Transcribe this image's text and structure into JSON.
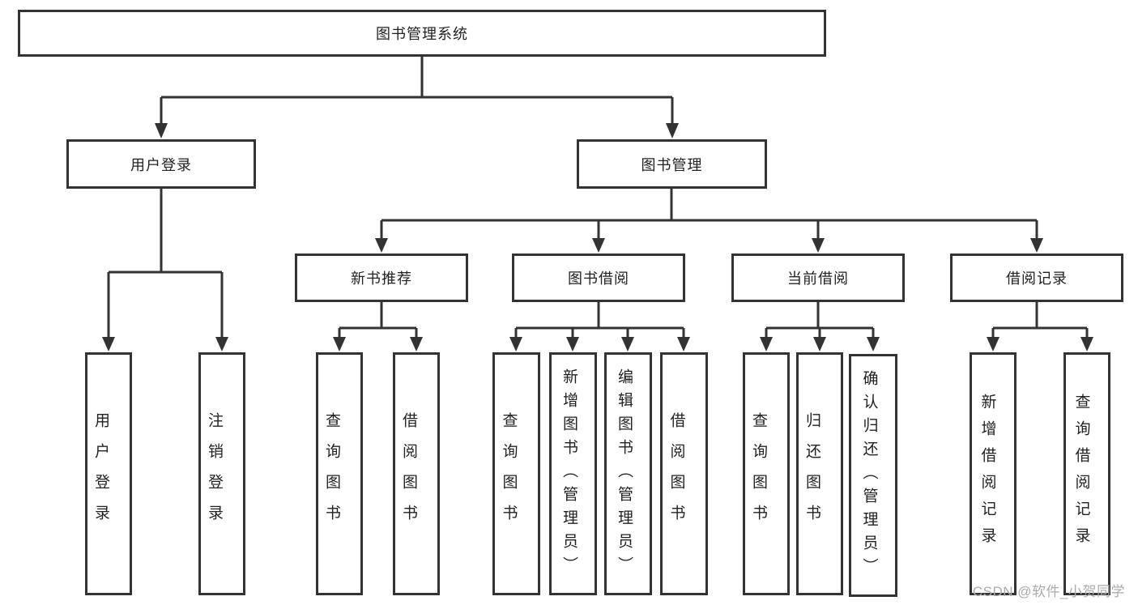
{
  "diagram": {
    "root": {
      "label": "图书管理系统"
    },
    "level2": [
      {
        "label": "用户登录"
      },
      {
        "label": "图书管理"
      }
    ],
    "level3": [
      {
        "label": "新书推荐"
      },
      {
        "label": "图书借阅"
      },
      {
        "label": "当前借阅"
      },
      {
        "label": "借阅记录"
      }
    ],
    "level4": {
      "login": [
        "用户登录",
        "注销登录"
      ],
      "recommend": [
        "查询图书",
        "借阅图书"
      ],
      "borrow": [
        "查询图书",
        "新增图书（管理员）",
        "编辑图书（管理员）",
        "借阅图书"
      ],
      "current": [
        "查询图书",
        "归还图书",
        "确认归还（管理员）"
      ],
      "records": [
        "新增借阅记录",
        "查询借阅记录"
      ]
    },
    "colors": {
      "line": "#333333",
      "text": "#222222",
      "background": "#ffffff",
      "watermark": "#ababab"
    }
  },
  "watermark": {
    "text": "CSDN @软件_小贺同学"
  }
}
